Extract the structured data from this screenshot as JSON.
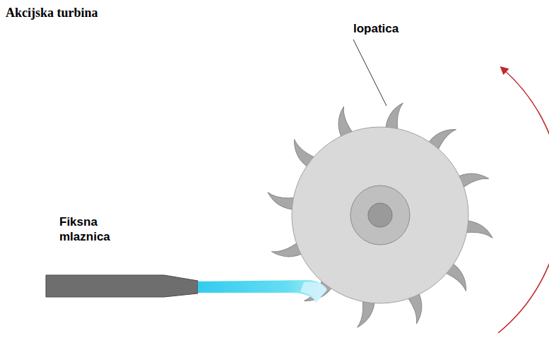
{
  "diagram": {
    "title": "Akcijska turbina",
    "labels": [
      "lopatica",
      "Fiksna mlaznica"
    ]
  }
}
